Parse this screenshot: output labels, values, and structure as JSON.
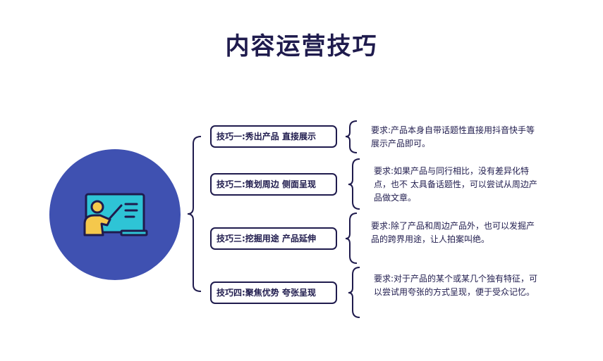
{
  "title": "内容运营技巧",
  "center_icon": "teacher-presentation-board-icon",
  "colors": {
    "circle": "#3f51b1",
    "text": "#1f1b4d",
    "board": "#2ec4d6",
    "person": "#f5c84c"
  },
  "tips": [
    {
      "label": "技巧一:秀出产品 直接展示",
      "desc": "要求:产品本身自带话题性直接用抖音快手等展示产品即可。"
    },
    {
      "label": "技巧二:策划周边 侧面呈现",
      "desc": "要求:如果产品与同行相比，没有差异化特点，也不 太具备话题性，可以尝试从周边产品做文章。"
    },
    {
      "label": "技巧三:挖掘用途 产品延伸",
      "desc": "要求:除了产品和周边产品外，也可以发掘产 品的跨界用途，让人拍案叫绝。"
    },
    {
      "label": "技巧四:聚焦优势 夸张呈现",
      "desc": "要求:对于产品的某个或某几个独有特征，可以尝试用夸张的方式呈现，便于受众记忆。"
    }
  ]
}
